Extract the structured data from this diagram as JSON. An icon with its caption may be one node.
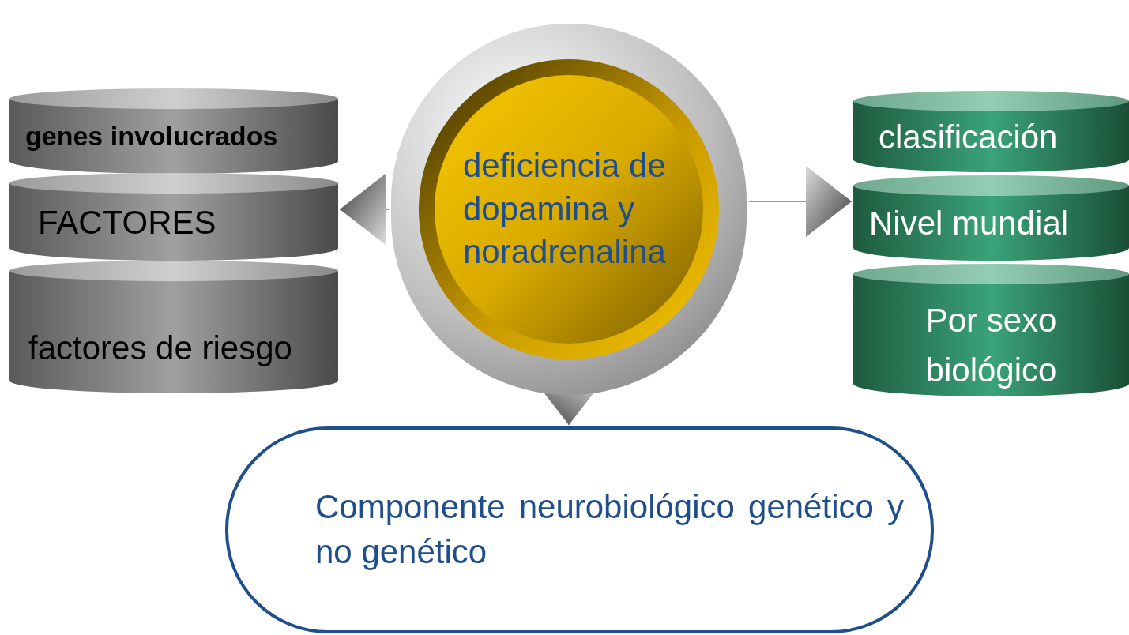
{
  "diagram": {
    "nodes": [
      {
        "text": [
          "genes involucrados"
        ]
      },
      {
        "text": [
          "FACTORES"
        ]
      },
      {
        "text": [
          "factores de riesgo"
        ]
      },
      {
        "text": [
          "deficiencia de dopamina y noradrenalina"
        ]
      },
      {
        "text": [
          "clasificación"
        ]
      },
      {
        "text": [
          "Nivel mundial"
        ]
      },
      {
        "text": [
          "Por sexo biológico"
        ]
      },
      {
        "text": [
          "Componente neurobiológico genético y no genético"
        ]
      }
    ],
    "edges": [
      {
        "from": 3,
        "to": 1,
        "arrow": "to"
      },
      {
        "from": 3,
        "to": 5,
        "arrow": "to"
      },
      {
        "from": 3,
        "to": 7,
        "arrow": "to"
      }
    ]
  }
}
